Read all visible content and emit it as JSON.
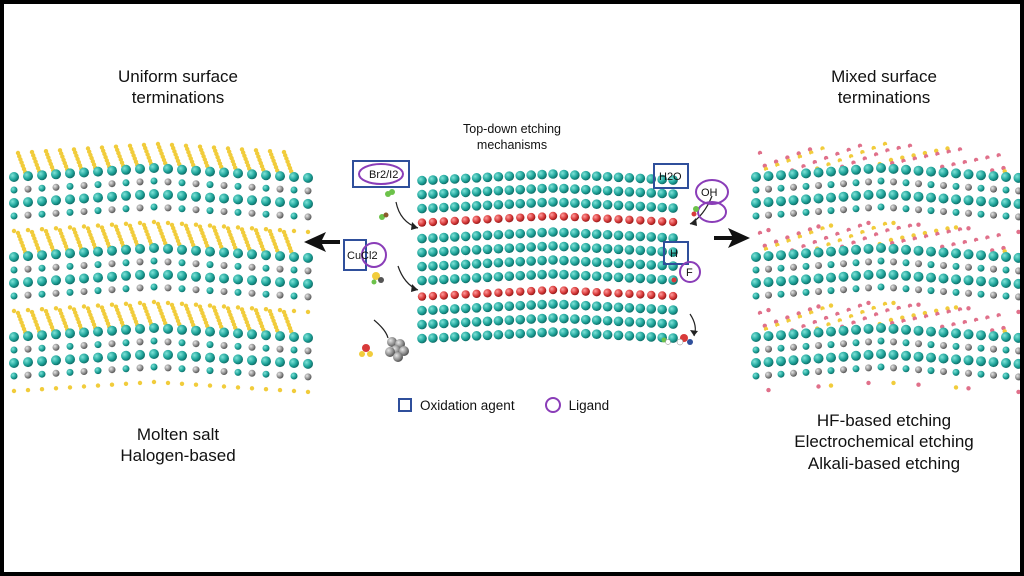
{
  "left_panel": {
    "title_line1": "Uniform surface",
    "title_line2": "terminations",
    "caption_line1": "Molten salt",
    "caption_line2": "Halogen-based"
  },
  "center_panel": {
    "title_line1": "Top-down etching",
    "title_line2": "mechanisms",
    "agents_left": [
      "Br2/I2",
      "CuCl2"
    ],
    "agents_right": [
      "H2O",
      "OH",
      "H",
      "F"
    ],
    "legend": {
      "oxidation_agent": "Oxidation agent",
      "ligand": "Ligand"
    }
  },
  "right_panel": {
    "title_line1": "Mixed surface",
    "title_line2": "terminations",
    "caption_line1": "HF-based etching",
    "caption_line2": "Electrochemical etching",
    "caption_line3": "Alkali-based etching"
  },
  "colors": {
    "metal_atom": "#1fa59b",
    "carbon_atom": "#8f8f8f",
    "halogen_atom": "#f1cc3b",
    "mixed_atom": "#e0708a",
    "a_layer_atom": "#d83a3a",
    "oxidation_box": "#2f4f9b",
    "ligand_circle": "#8a3db8"
  }
}
